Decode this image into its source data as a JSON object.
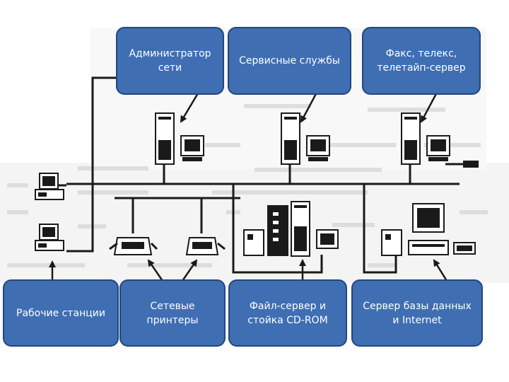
{
  "callouts": {
    "admin": "Администратор\nсети",
    "services": "Сервисные службы",
    "fax": "Факс, телекс,\nтелетайп-сервер",
    "workstations": "Рабочие станции",
    "printers": "Сетевые\nпринтеры",
    "fileserver": "Файл-сервер и\nстойка CD-ROM",
    "dbserver": "Сервер базы данных\nи Internet"
  },
  "colors": {
    "callout_fill": "#3f6eb3",
    "callout_border": "#23467c",
    "callout_text": "#ffffff",
    "line": "#1a1a1a",
    "background_scan": "#f2f2f2"
  }
}
